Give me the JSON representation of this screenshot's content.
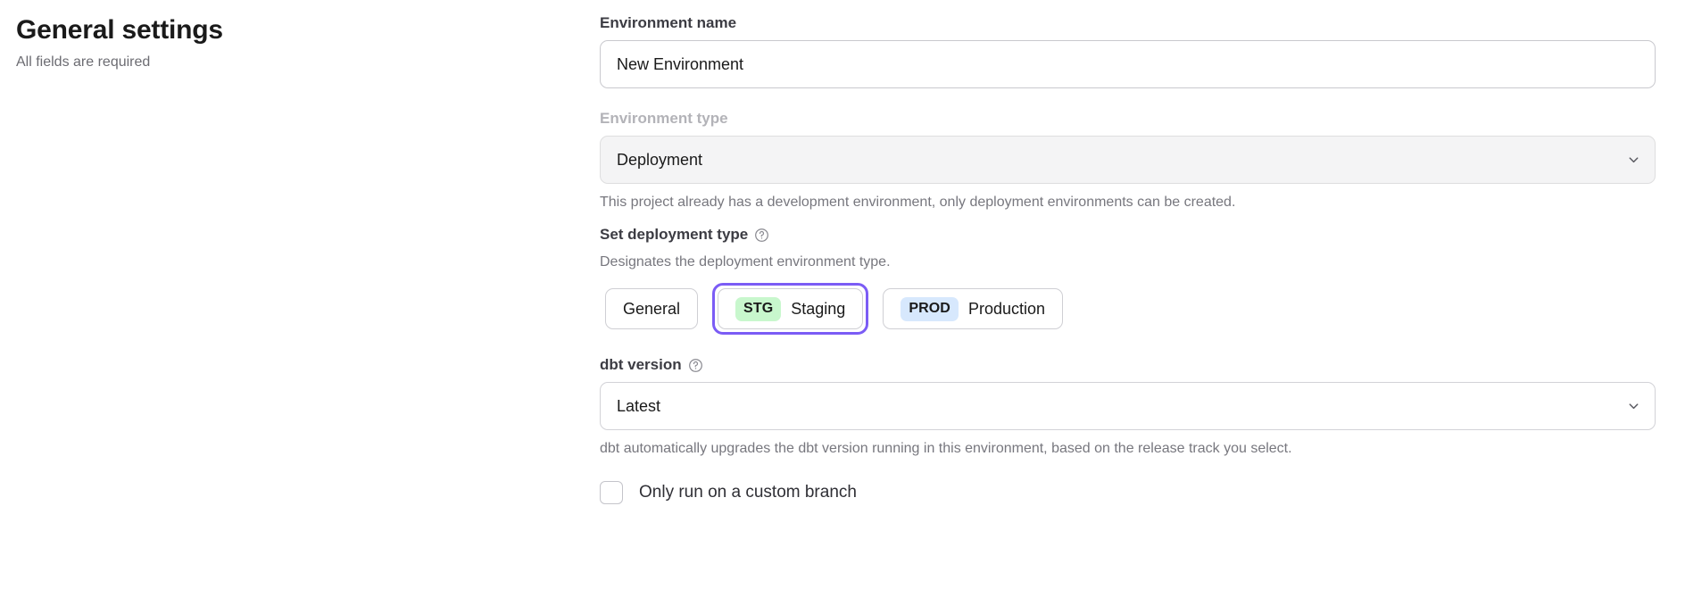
{
  "header": {
    "title": "General settings",
    "subtitle": "All fields are required"
  },
  "form": {
    "environment_name": {
      "label": "Environment name",
      "value": "New Environment",
      "placeholder": "Environment name"
    },
    "environment_type": {
      "label": "Environment type",
      "value": "Deployment",
      "disabled": true,
      "helper": "This project already has a development environment, only deployment environments can be created.",
      "chevron_icon": "chevron-down-icon"
    },
    "deployment_type": {
      "label": "Set deployment type",
      "help_icon": "help-circle-icon",
      "helper": "Designates the deployment environment type.",
      "selected": "Staging",
      "options": [
        {
          "label": "General",
          "badge": "",
          "badge_color": ""
        },
        {
          "label": "Staging",
          "badge": "STG",
          "badge_color": "#c8f7cd"
        },
        {
          "label": "Production",
          "badge": "PROD",
          "badge_color": "#d7e8fd"
        }
      ]
    },
    "dbt_version": {
      "label": "dbt version",
      "help_icon": "help-circle-icon",
      "value": "Latest",
      "helper": "dbt automatically upgrades the dbt version running in this environment, based on the release track you select.",
      "chevron_icon": "chevron-down-icon"
    },
    "custom_branch": {
      "label": "Only run on a custom branch",
      "checked": false
    }
  },
  "colors": {
    "focus_ring": "#7b5cf5",
    "badge_staging": "#c8f7cd",
    "badge_production": "#d7e8fd",
    "text_primary": "#1a1a1a",
    "text_muted": "#77777e"
  }
}
